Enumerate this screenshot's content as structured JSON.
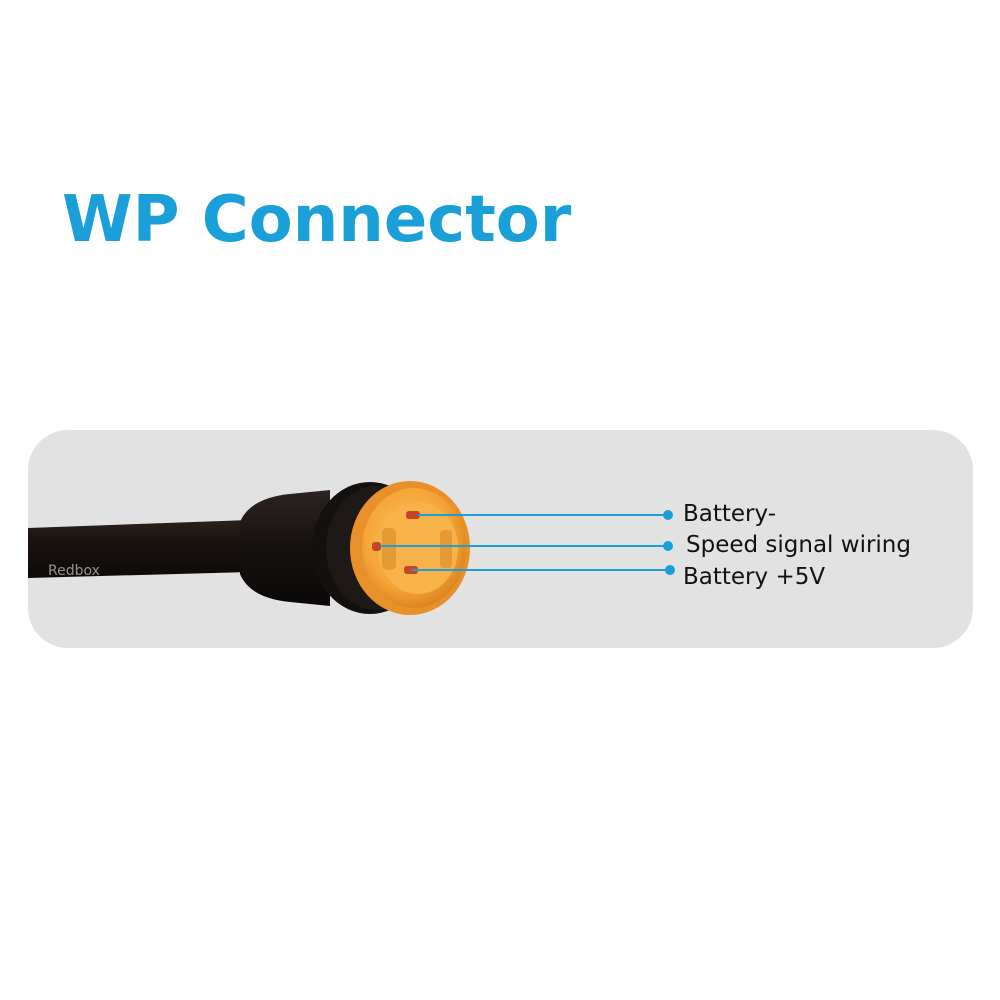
{
  "title": "WP Connector",
  "colors": {
    "title": "#1a9fd8",
    "line": "#1a9fd8",
    "label": "#111111",
    "panel": "#e2e2e2",
    "cable": "#1c1512",
    "connector": "#f4a83c"
  },
  "pins": [
    {
      "label": "Battery-"
    },
    {
      "label": "Speed signal wiring"
    },
    {
      "label": "Battery +5V"
    }
  ],
  "watermark": "Redbox"
}
